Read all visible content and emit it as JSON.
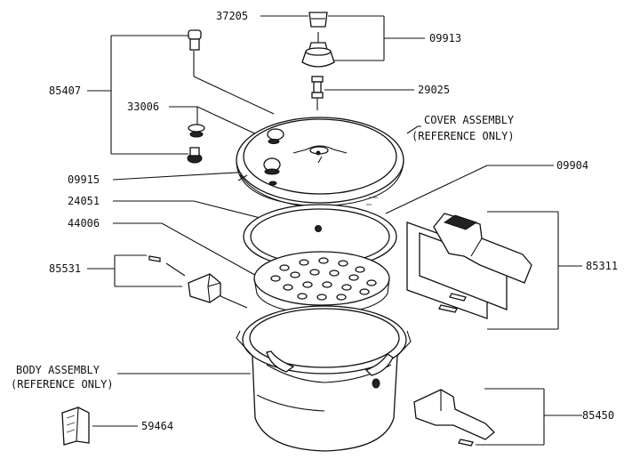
{
  "labels": {
    "p37205": "37205",
    "p09913": "09913",
    "p85407": "85407",
    "p29025": "29025",
    "p33006": "33006",
    "cover_line1": "COVER ASSEMBLY",
    "cover_line2": "(REFERENCE ONLY)",
    "p09915": "09915",
    "p09904": "09904",
    "p24051": "24051",
    "p44006": "44006",
    "p85311": "85311",
    "p85531": "85531",
    "body_line1": "BODY ASSEMBLY",
    "body_line2": "(REFERENCE ONLY)",
    "p85450": "85450",
    "p59464": "59464"
  }
}
